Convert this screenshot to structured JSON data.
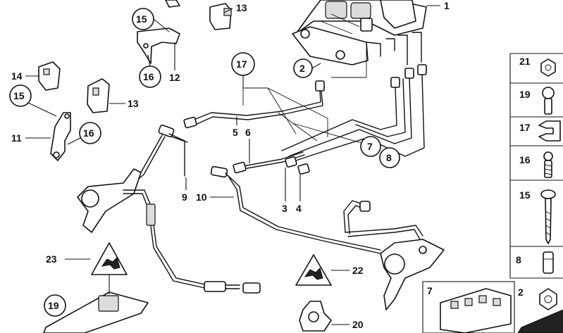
{
  "callouts": {
    "p1": "1",
    "p2": "2",
    "p3": "3",
    "p4": "4",
    "p5": "5",
    "p6": "6",
    "p7": "7",
    "p8": "8",
    "p9": "9",
    "p10": "10",
    "p11": "11",
    "p12": "12",
    "p13a": "13",
    "p13b": "13",
    "p14": "14",
    "p15a": "15",
    "p15b": "15",
    "p16a": "16",
    "p16b": "16",
    "p17": "17",
    "p19": "19",
    "p20": "20",
    "p22": "22",
    "p23": "23"
  },
  "legend": {
    "l21": "21",
    "l19": "19",
    "l17": "17",
    "l16": "16",
    "l15": "15",
    "l8": "8",
    "l2": "2",
    "l7": "7"
  },
  "icons": {
    "warning_triangle": "warning-triangle-icon"
  }
}
